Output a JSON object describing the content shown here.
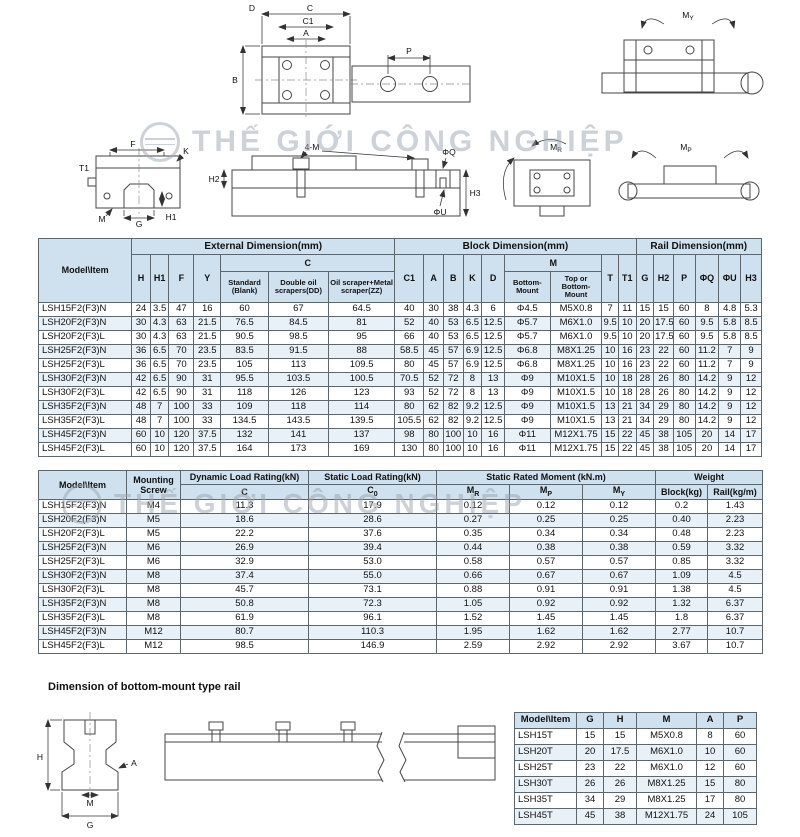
{
  "watermark": {
    "text": "THẾ GIỚI CÔNG NGHIỆP"
  },
  "section": {
    "bottom_rail_title": "Dimension of bottom-mount type rail"
  },
  "drawing_labels": {
    "d": "D",
    "c": "C",
    "c1": "C1",
    "a": "A",
    "b": "B",
    "p": "P",
    "m_base": "M",
    "my_sub": "Y",
    "mr_sub": "R",
    "mp_sub": "P",
    "f": "F",
    "k": "K",
    "t1": "T1",
    "g": "G",
    "h1": "H1",
    "m": "M",
    "four_m": "4-M",
    "h2": "H2",
    "h3": "H3",
    "phi_q": "ΦQ",
    "phi_u": "ΦU",
    "rail_h": "H",
    "rail_a": "A",
    "rail_m": "M",
    "rail_g": "G"
  },
  "table1": {
    "model_header": "Model\\Item",
    "groups": {
      "external": "External Dimension(mm)",
      "block": "Block Dimension(mm)",
      "rail": "Rail Dimension(mm)"
    },
    "cols": {
      "h": "H",
      "h1": "H1",
      "f": "F",
      "y": "Y",
      "c": "C",
      "c_std": "Standard (Blank)",
      "c_dd": "Double oil scrapers(DD)",
      "c_zz": "Oil scraper+Metal scraper(ZZ)",
      "c1": "C1",
      "a": "A",
      "b": "B",
      "k": "K",
      "d": "D",
      "m": "M",
      "m_bottom": "Bottom-Mount",
      "m_top": "Top or Bottom-Mount",
      "t": "T",
      "t1": "T1",
      "g": "G",
      "h2": "H2",
      "p": "P",
      "q": "ΦQ",
      "u": "ΦU",
      "h3": "H3"
    },
    "rows": [
      [
        "LSH15F2(F3)N",
        "24",
        "3.5",
        "47",
        "16",
        "60",
        "67",
        "64.5",
        "40",
        "30",
        "38",
        "4.3",
        "6",
        "Φ4.5",
        "M5X0.8",
        "7",
        "11",
        "15",
        "15",
        "60",
        "8",
        "4.8",
        "5.3"
      ],
      [
        "LSH20F2(F3)N",
        "30",
        "4.3",
        "63",
        "21.5",
        "76.5",
        "84.5",
        "81",
        "52",
        "40",
        "53",
        "6.5",
        "12.5",
        "Φ5.7",
        "M6X1.0",
        "9.5",
        "10",
        "20",
        "17.5",
        "60",
        "9.5",
        "5.8",
        "8.5"
      ],
      [
        "LSH20F2(F3)L",
        "30",
        "4.3",
        "63",
        "21.5",
        "90.5",
        "98.5",
        "95",
        "66",
        "40",
        "53",
        "6.5",
        "12.5",
        "Φ5.7",
        "M6X1.0",
        "9.5",
        "10",
        "20",
        "17.5",
        "60",
        "9.5",
        "5.8",
        "8.5"
      ],
      [
        "LSH25F2(F3)N",
        "36",
        "6.5",
        "70",
        "23.5",
        "83.5",
        "91.5",
        "88",
        "58.5",
        "45",
        "57",
        "6.9",
        "12.5",
        "Φ6.8",
        "M8X1.25",
        "10",
        "16",
        "23",
        "22",
        "60",
        "11.2",
        "7",
        "9"
      ],
      [
        "LSH25F2(F3)L",
        "36",
        "6.5",
        "70",
        "23.5",
        "105",
        "113",
        "109.5",
        "80",
        "45",
        "57",
        "6.9",
        "12.5",
        "Φ6.8",
        "M8X1.25",
        "10",
        "16",
        "23",
        "22",
        "60",
        "11.2",
        "7",
        "9"
      ],
      [
        "LSH30F2(F3)N",
        "42",
        "6.5",
        "90",
        "31",
        "95.5",
        "103.5",
        "100.5",
        "70.5",
        "52",
        "72",
        "8",
        "13",
        "Φ9",
        "M10X1.5",
        "10",
        "18",
        "28",
        "26",
        "80",
        "14.2",
        "9",
        "12"
      ],
      [
        "LSH30F2(F3)L",
        "42",
        "6.5",
        "90",
        "31",
        "118",
        "126",
        "123",
        "93",
        "52",
        "72",
        "8",
        "13",
        "Φ9",
        "M10X1.5",
        "10",
        "18",
        "28",
        "26",
        "80",
        "14.2",
        "9",
        "12"
      ],
      [
        "LSH35F2(F3)N",
        "48",
        "7",
        "100",
        "33",
        "109",
        "118",
        "114",
        "80",
        "62",
        "82",
        "9.2",
        "12.5",
        "Φ9",
        "M10X1.5",
        "13",
        "21",
        "34",
        "29",
        "80",
        "14.2",
        "9",
        "12"
      ],
      [
        "LSH35F2(F3)L",
        "48",
        "7",
        "100",
        "33",
        "134.5",
        "143.5",
        "139.5",
        "105.5",
        "62",
        "82",
        "9.2",
        "12.5",
        "Φ9",
        "M10X1.5",
        "13",
        "21",
        "34",
        "29",
        "80",
        "14.2",
        "9",
        "12"
      ],
      [
        "LSH45F2(F3)N",
        "60",
        "10",
        "120",
        "37.5",
        "132",
        "141",
        "137",
        "98",
        "80",
        "100",
        "10",
        "16",
        "Φ11",
        "M12X1.75",
        "15",
        "22",
        "45",
        "38",
        "105",
        "20",
        "14",
        "17"
      ],
      [
        "LSH45F2(F3)L",
        "60",
        "10",
        "120",
        "37.5",
        "164",
        "173",
        "169",
        "130",
        "80",
        "100",
        "10",
        "16",
        "Φ11",
        "M12X1.75",
        "15",
        "22",
        "45",
        "38",
        "105",
        "20",
        "14",
        "17"
      ]
    ]
  },
  "table2": {
    "headers": {
      "model": "Model\\Item",
      "screw": "Mounting Screw",
      "dynamic": "Dynamic Load Rating(kN)",
      "static": "Static Load Rating(kN)",
      "moment": "Static Rated Moment (kN.m)",
      "weight": "Weight",
      "c": "C",
      "c0": {
        "base": "C",
        "sub": "0"
      },
      "moment_cols": [
        {
          "base": "M",
          "sub": "R"
        },
        {
          "base": "M",
          "sub": "P"
        },
        {
          "base": "M",
          "sub": "Y"
        }
      ],
      "block": "Block(kg)",
      "rail": "Rail(kg/m)"
    },
    "rows": [
      [
        "LSH15F2(F3)N",
        "M4",
        "11.3",
        "17.9",
        "0.12",
        "0.12",
        "0.12",
        "0.2",
        "1.43"
      ],
      [
        "LSH20F2(F3)N",
        "M5",
        "18.6",
        "28.6",
        "0.27",
        "0.25",
        "0.25",
        "0.40",
        "2.23"
      ],
      [
        "LSH20F2(F3)L",
        "M5",
        "22.2",
        "37.6",
        "0.35",
        "0.34",
        "0.34",
        "0.48",
        "2.23"
      ],
      [
        "LSH25F2(F3)N",
        "M6",
        "26.9",
        "39.4",
        "0.44",
        "0.38",
        "0.38",
        "0.59",
        "3.32"
      ],
      [
        "LSH25F2(F3)L",
        "M6",
        "32.9",
        "53.0",
        "0.58",
        "0.57",
        "0.57",
        "0.85",
        "3.32"
      ],
      [
        "LSH30F2(F3)N",
        "M8",
        "37.4",
        "55.0",
        "0.66",
        "0.67",
        "0.67",
        "1.09",
        "4.5"
      ],
      [
        "LSH30F2(F3)L",
        "M8",
        "45.7",
        "73.1",
        "0.88",
        "0.91",
        "0.91",
        "1.38",
        "4.5"
      ],
      [
        "LSH35F2(F3)N",
        "M8",
        "50.8",
        "72.3",
        "1.05",
        "0.92",
        "0.92",
        "1.32",
        "6.37"
      ],
      [
        "LSH35F2(F3)L",
        "M8",
        "61.9",
        "96.1",
        "1.52",
        "1.45",
        "1.45",
        "1.8",
        "6.37"
      ],
      [
        "LSH45F2(F3)N",
        "M12",
        "80.7",
        "110.3",
        "1.95",
        "1.62",
        "1.62",
        "2.77",
        "10.7"
      ],
      [
        "LSH45F2(F3)L",
        "M12",
        "98.5",
        "146.9",
        "2.59",
        "2.92",
        "2.92",
        "3.67",
        "10.7"
      ]
    ]
  },
  "table3": {
    "headers": [
      "Model\\Item",
      "G",
      "H",
      "M",
      "A",
      "P"
    ],
    "rows": [
      [
        "LSH15T",
        "15",
        "15",
        "M5X0.8",
        "8",
        "60"
      ],
      [
        "LSH20T",
        "20",
        "17.5",
        "M6X1.0",
        "10",
        "60"
      ],
      [
        "LSH25T",
        "23",
        "22",
        "M6X1.0",
        "12",
        "60"
      ],
      [
        "LSH30T",
        "26",
        "26",
        "M8X1.25",
        "15",
        "80"
      ],
      [
        "LSH35T",
        "34",
        "29",
        "M8X1.25",
        "17",
        "80"
      ],
      [
        "LSH45T",
        "45",
        "38",
        "M12X1.75",
        "24",
        "105"
      ]
    ]
  }
}
